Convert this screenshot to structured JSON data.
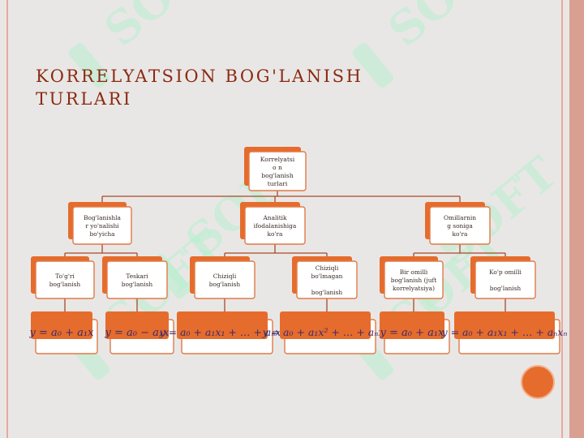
{
  "slide": {
    "title_line1": "KORRELYATSION BOG'LANISH",
    "title_line2": "TURLARI",
    "watermark": "SOFT"
  },
  "colors": {
    "background": "#e9e7e6",
    "title": "#8b2a12",
    "box_fill": "#ffffff",
    "box_border": "#e07a47",
    "box_shadow": "#e56c2c",
    "connector": "#a74a25",
    "orange_accent": "#e56c2c",
    "watermark": "#b8f0cf"
  },
  "tree": {
    "root": [
      "Korrelyatsi",
      "o n",
      "bog'lanish",
      "turlari"
    ],
    "level1": [
      [
        "Bog'lanishla",
        "r yo'nalishi",
        "bo'yicha"
      ],
      [
        "Analitik",
        "ifodalanishiga",
        "ko'ra"
      ],
      [
        "Omillarnin",
        "g soniga",
        "ko'ra"
      ]
    ],
    "level2": [
      [
        "To'g'ri",
        "bog'lanish"
      ],
      [
        "Teskari",
        "bog'lanish"
      ],
      [
        "Chiziqli",
        "bog'lanish"
      ],
      [
        "Chiziqli",
        "bo'lmagan",
        "",
        "bog'lanish"
      ],
      [
        "Bir omilli",
        "bog'lanish (juft",
        "korrelyatsiya)"
      ],
      [
        "Ko'p omilli",
        "",
        "bog'lanish"
      ]
    ],
    "formulas": [
      "y = a₀ + a₁x",
      "y = a₀ − a₁x",
      "y = a₀ + a₁x₁ + … + aₙxₙ",
      "y = a₀ + a₁x² + … + aₙxⁿ",
      "y = a₀ + a₁x",
      "y = a₀ + a₁x₁ + … + aₙxₙ"
    ]
  }
}
